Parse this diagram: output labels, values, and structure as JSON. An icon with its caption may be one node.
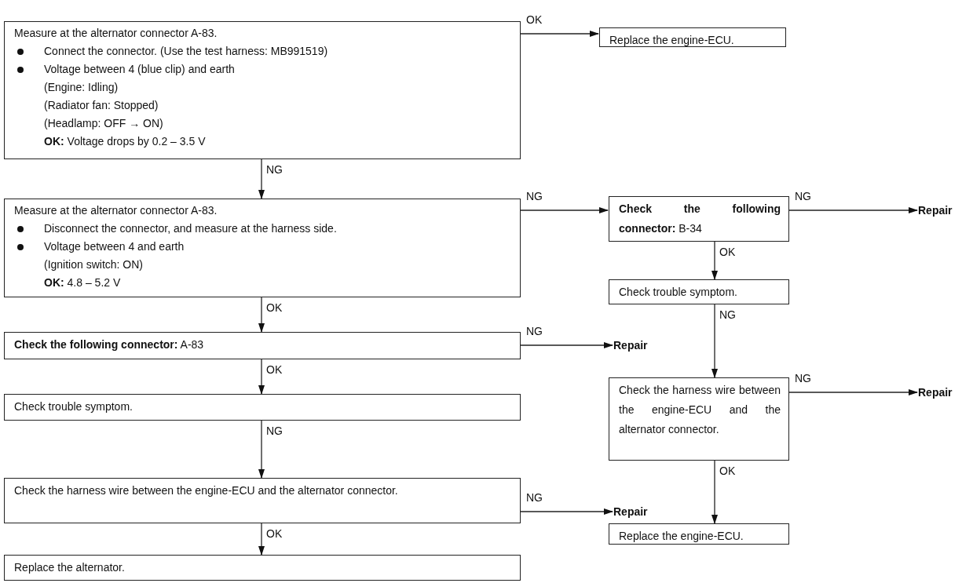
{
  "diagram": {
    "nodes": [
      {
        "text": [
          "Measure at the alternator connector A-83.",
          "Connect the connector. (Use the test harness: MB991519)",
          "Voltage between 4 (blue clip) and earth",
          "(Engine: Idling)",
          "(Radiator fan: Stopped)",
          "(Headlamp: OFF → ON)",
          "**OK:** Voltage drops by 0.2 – 3.5 V"
        ]
      },
      {
        "text": [
          "Replace the engine-ECU."
        ]
      },
      {
        "text": [
          "Measure at the alternator connector A-83.",
          "Disconnect the connector, and measure at the harness side.",
          "Voltage between 4 and earth",
          "(Ignition switch: ON)",
          "**OK:** 4.8 – 5.2 V"
        ]
      },
      {
        "text": [
          "**Check the following connector:** A-83"
        ]
      },
      {
        "text": [
          "Check trouble symptom."
        ]
      },
      {
        "text": [
          "Check the harness wire between the engine-ECU and the alternator connector."
        ]
      },
      {
        "text": [
          "Replace the alternator."
        ]
      },
      {
        "text": [
          "**Check the following connector:** B-34"
        ]
      },
      {
        "text": [
          "Repair"
        ]
      },
      {
        "text": [
          "Check trouble symptom."
        ]
      },
      {
        "text": [
          "Repair"
        ]
      },
      {
        "text": [
          "Check the harness wire between the engine-ECU and the alternator connector."
        ]
      },
      {
        "text": [
          "Repair"
        ]
      },
      {
        "text": [
          "Replace the engine-ECU."
        ]
      },
      {
        "text": [
          "Repair"
        ]
      }
    ],
    "edges": [
      {
        "from": 0,
        "to": 1,
        "arrow": "to",
        "label": "OK"
      },
      {
        "from": 0,
        "to": 2,
        "arrow": "to",
        "label": "NG"
      },
      {
        "from": 2,
        "to": 7,
        "arrow": "to",
        "label": "NG"
      },
      {
        "from": 2,
        "to": 3,
        "arrow": "to",
        "label": "OK"
      },
      {
        "from": 3,
        "to": 10,
        "arrow": "to",
        "label": "NG"
      },
      {
        "from": 3,
        "to": 4,
        "arrow": "to",
        "label": "OK"
      },
      {
        "from": 4,
        "to": 5,
        "arrow": "to",
        "label": "NG"
      },
      {
        "from": 5,
        "to": 14,
        "arrow": "to",
        "label": "NG"
      },
      {
        "from": 5,
        "to": 6,
        "arrow": "to",
        "label": "OK"
      },
      {
        "from": 7,
        "to": 8,
        "arrow": "to",
        "label": "NG"
      },
      {
        "from": 7,
        "to": 9,
        "arrow": "to",
        "label": "OK"
      },
      {
        "from": 9,
        "to": 11,
        "arrow": "to",
        "label": "NG"
      },
      {
        "from": 11,
        "to": 12,
        "arrow": "to",
        "label": "NG"
      },
      {
        "from": 11,
        "to": 13,
        "arrow": "to",
        "label": "OK"
      }
    ]
  }
}
